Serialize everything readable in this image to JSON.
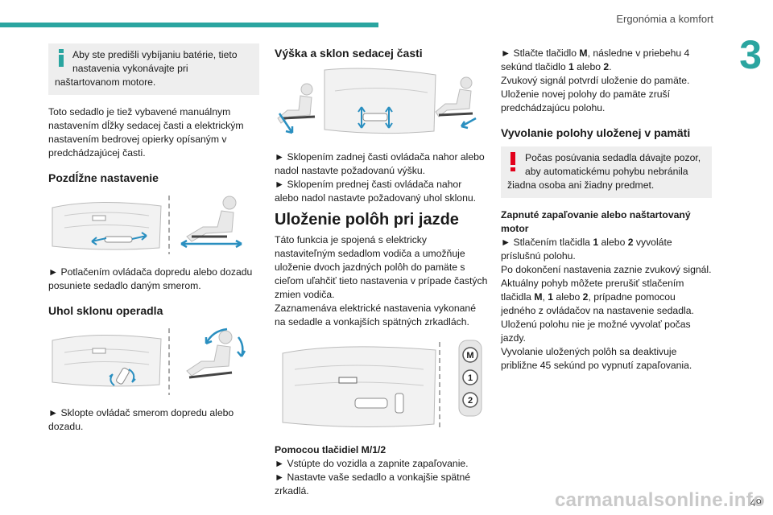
{
  "header": {
    "title": "Ergonómia a komfort",
    "chapter": "3"
  },
  "col1": {
    "info": {
      "line1": "Aby ste predišli vybíjaniu batérie, tieto",
      "line2": "nastavenia vykonávajte pri",
      "line3": "naštartovanom motore."
    },
    "intro": "Toto sedadlo je tiež vybavené manuálnym nastavením dĺžky sedacej časti a elektrickým nastavením bedrovej opierky opísaným v predchádzajúcej časti.",
    "h_longitudinal": "Pozdĺžne nastavenie",
    "p_longitudinal": "► Potlačením ovládača dopredu alebo dozadu posuniete sedadlo daným smerom.",
    "h_backrest": "Uhol sklonu operadla",
    "p_backrest": "► Sklopte ovládač smerom dopredu alebo dozadu."
  },
  "col2": {
    "h_height": "Výška a sklon sedacej časti",
    "p_height1": "► Sklopením zadnej časti ovládača nahor alebo nadol nastavte požadovanú výšku.",
    "p_height2": "► Sklopením prednej časti ovládača nahor alebo nadol nastavte požadovaný uhol sklonu.",
    "h_memory": "Uloženie polôh pri jazde",
    "p_memory1": "Táto funkcia je spojená s elektricky nastaviteľným sedadlom vodiča a umožňuje uloženie dvoch jazdných polôh do pamäte s cieľom uľahčiť tieto nastavenia v prípade častých zmien vodiča.",
    "p_memory2": "Zaznamenáva elektrické nastavenia vykonané na sedadle a vonkajších spätných zrkadlách.",
    "buttons": {
      "m": "M",
      "one": "1",
      "two": "2"
    },
    "h_buttons": "Pomocou tlačidiel M/1/2",
    "p_buttons1": "► Vstúpte do vozidla a zapnite zapaľovanie.",
    "p_buttons2": "► Nastavte vaše sedadlo a vonkajšie spätné zrkadlá."
  },
  "col3": {
    "p_store_a": "► Stlačte tlačidlo ",
    "p_store_m": "M",
    "p_store_b": ", následne v priebehu 4 sekúnd tlačidlo ",
    "p_store_1": "1",
    "p_store_c": " alebo ",
    "p_store_2": "2",
    "p_store_d": ".",
    "p_store2": "Zvukový signál potvrdí uloženie do pamäte.",
    "p_store3": "Uloženie novej polohy do pamäte zruší predchádzajúcu polohu.",
    "h_recall": "Vyvolanie polohy uloženej v pamäti",
    "warn": {
      "line1": "Počas posúvania sedadla dávajte pozor,",
      "line2": "aby automatickému pohybu nebránila",
      "line3": "žiadna osoba ani žiadny predmet."
    },
    "h_ignition": "Zapnuté zapaľovanie alebo naštartovaný motor",
    "p_recall_a": "► Stlačením tlačidla ",
    "p_recall_1": "1",
    "p_recall_b": " alebo ",
    "p_recall_2": "2",
    "p_recall_c": " vyvoláte príslušnú polohu.",
    "p_recall2": "Po dokončení nastavenia zaznie zvukový signál.",
    "p_recall3_a": "Aktuálny pohyb môžete prerušiť stlačením tlačidla ",
    "p_recall3_m": "M",
    "p_recall3_b": ", ",
    "p_recall3_1": "1",
    "p_recall3_c": " alebo ",
    "p_recall3_2": "2",
    "p_recall3_d": ", prípadne pomocou jedného z ovládačov na nastavenie sedadla.",
    "p_recall4": "Uloženú polohu nie je možné vyvolať počas jazdy.",
    "p_recall5": "Vyvolanie uložených polôh sa deaktivuje približne 45 sekúnd po vypnutí zapaľovania."
  },
  "footer": {
    "page": "49",
    "watermark": "carmanualsonline.info"
  },
  "colors": {
    "accent": "#2aa5a0",
    "info": "#2aa5a0",
    "warning": "#e2001a"
  }
}
